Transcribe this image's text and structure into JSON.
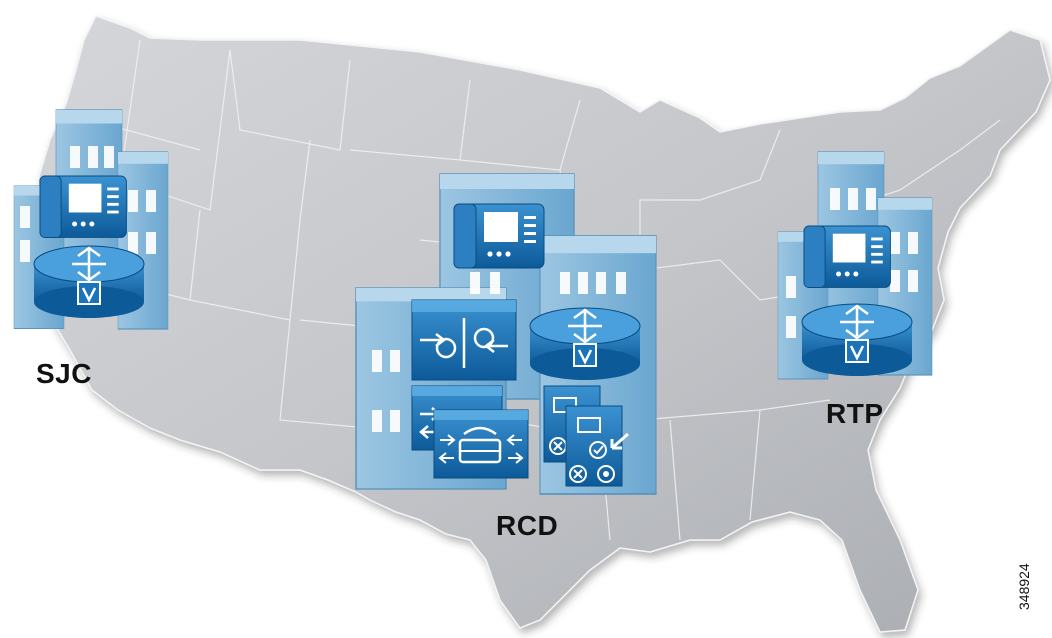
{
  "sites": {
    "west": {
      "label": "SJC"
    },
    "central": {
      "label": "RCD"
    },
    "east": {
      "label": "RTP"
    }
  },
  "figure_id": "348924",
  "icons": {
    "west": [
      "office-building-icon",
      "ip-phone-icon",
      "voice-router-icon"
    ],
    "central": [
      "office-building-icon",
      "ip-phone-icon",
      "voice-router-icon",
      "media-gateway-icon",
      "voice-gateway-icon",
      "call-manager-icon",
      "unity-server-icon",
      "policy-server-icon"
    ],
    "east": [
      "office-building-icon",
      "ip-phone-icon",
      "voice-router-icon"
    ]
  },
  "colors": {
    "map_fill": "#c9cbcf",
    "map_border": "#eef0f2",
    "building": "#7db5d8",
    "device": "#1b73b8"
  }
}
